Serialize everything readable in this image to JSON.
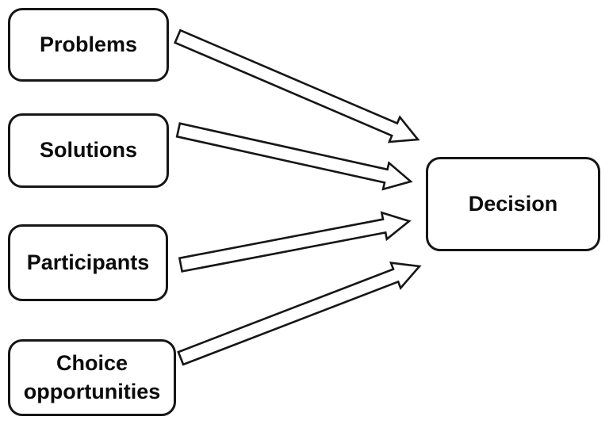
{
  "diagram": {
    "type": "flow-diagram",
    "nodes": {
      "problems": {
        "label": "Problems"
      },
      "solutions": {
        "label": "Solutions"
      },
      "participants": {
        "label": "Participants"
      },
      "choice_opportunities": {
        "label": "Choice opportunities"
      },
      "decision": {
        "label": "Decision"
      }
    },
    "connections": [
      {
        "from": "Problems",
        "to": "Decision"
      },
      {
        "from": "Solutions",
        "to": "Decision"
      },
      {
        "from": "Participants",
        "to": "Decision"
      },
      {
        "from": "Choice opportunities",
        "to": "Decision"
      }
    ],
    "colors": {
      "background": "#ffffff",
      "box_fill": "#ffffff",
      "outline": "#161616",
      "text": "#0b0b0b"
    }
  }
}
